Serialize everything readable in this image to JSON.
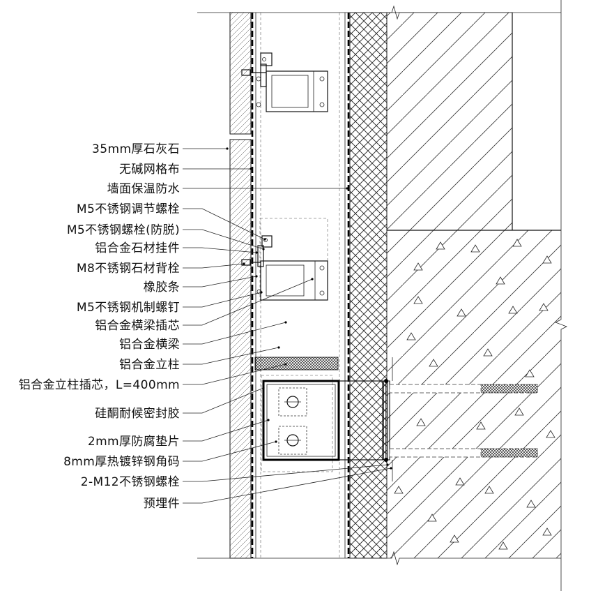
{
  "labels": [
    "35mm厚石灰石",
    "无碱网格布",
    "墙面保温防水",
    "M5不锈钢调节螺栓",
    "M5不锈钢螺栓(防脱)",
    "铝合金石材挂件",
    "M8不锈钢石材背栓",
    "橡胶条",
    "M5不锈钢机制螺钉",
    "铝合金横梁插芯",
    "铝合金横梁",
    "铝合金立柱",
    "铝合金立柱插芯，L=400mm",
    "硅酮耐候密封胶",
    "2mm厚防腐垫片",
    "8mm厚热镀锌钢角码",
    "2-M12不锈钢螺栓",
    "预埋件"
  ]
}
